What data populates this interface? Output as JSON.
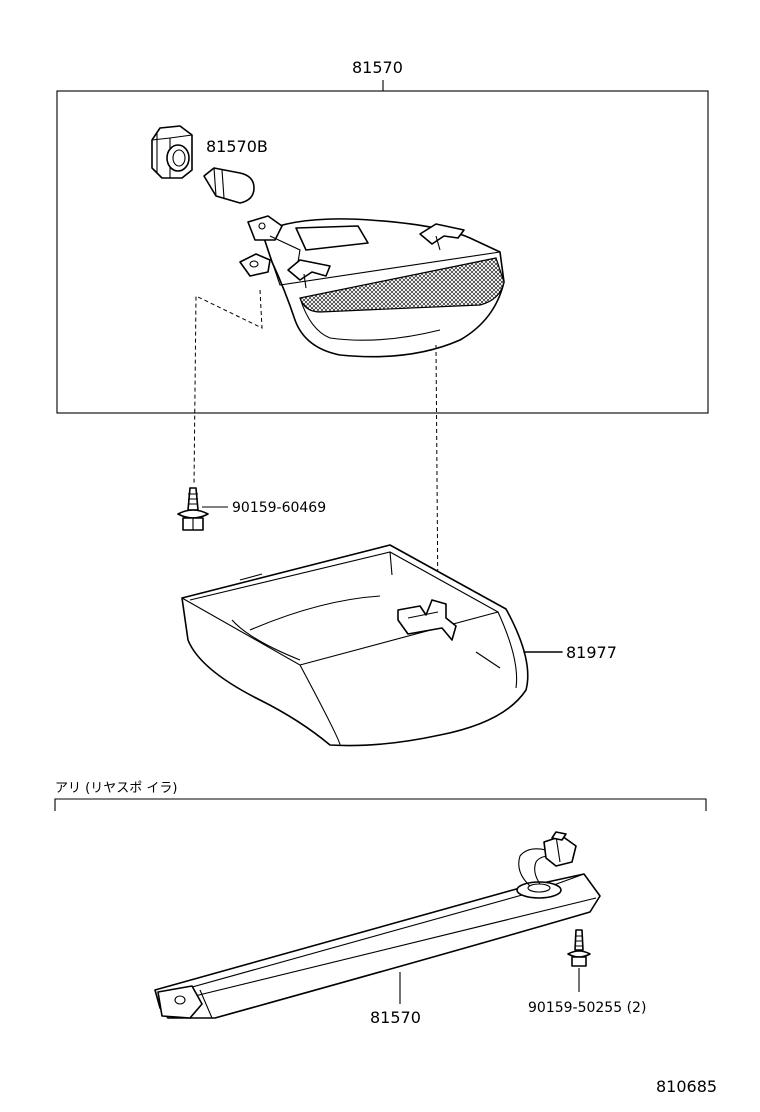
{
  "part_labels": {
    "lamp_assembly_top": "81570",
    "bulb": "81570B",
    "screw_upper": "90159-60469",
    "cover": "81977",
    "lamp_assembly_bottom": "81570",
    "screw_lower": "90159-50255 (2)"
  },
  "section_label": "アリ (リヤスポ イラ)",
  "figure_id": "810685"
}
